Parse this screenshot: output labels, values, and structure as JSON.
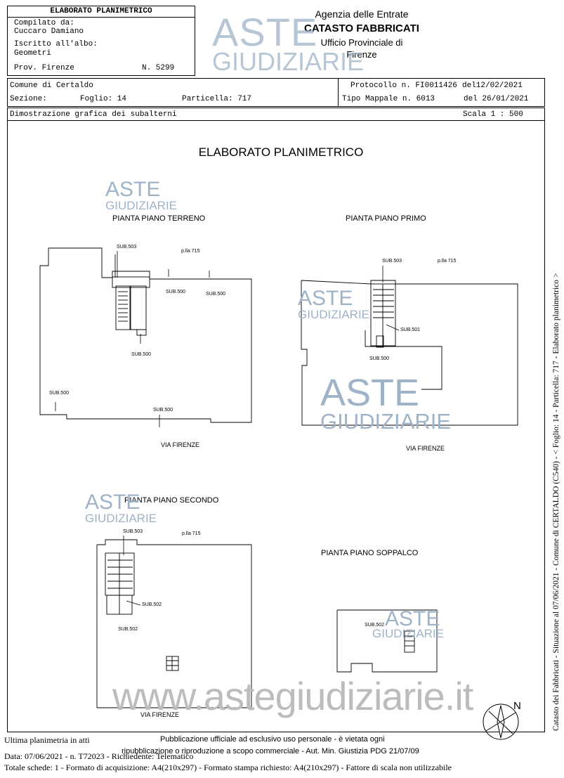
{
  "header": {
    "doc_title": "ELABORATO PLANIMETRICO",
    "compilato_label": "Compilato da:",
    "compilato_name": "Cuccaro Damiano",
    "iscritto_label": "Iscritto all'albo:",
    "iscritto_value": "Geometri",
    "prov": "Prov. Firenze",
    "numero": "N. 5299",
    "agenzia": "Agenzia delle Entrate",
    "catasto": "CATASTO FABBRICATI",
    "ufficio": "Ufficio Provinciale di",
    "ufficio_city": "Firenze"
  },
  "info": {
    "comune": "Comune di Certaldo",
    "sezione": "Sezione:",
    "foglio": "Foglio: 14",
    "particella": "Particella: 717",
    "protocollo": "Protocollo n. FI0011426",
    "protocollo_date": "del12/02/2021",
    "tipo_mappale": "Tipo Mappale n. 6013",
    "tipo_date": "del 26/01/2021",
    "dimostrazione": "Dimostrazione grafica dei subalterni",
    "scala": "Scala 1 : 500"
  },
  "drawing": {
    "main_title": "ELABORATO PLANIMETRICO",
    "plans": {
      "terreno": "PIANTA PIANO TERRENO",
      "primo": "PIANTA PIANO PRIMO",
      "secondo": "PIANTA PIANO SECONDO",
      "soppalco": "PIANTA PIANO SOPPALCO"
    },
    "street": "VIA FIRENZE",
    "plla": "p.lla 715",
    "subs": {
      "s503": "SUB.503",
      "s500": "SUB.500",
      "s501": "SUB.501",
      "s502": "SUB.502"
    },
    "north": "N"
  },
  "watermark": {
    "aste": "ASTE",
    "giudiziarie": "GIUDIZIARIE",
    "url": "www.astegiudiziarie.it"
  },
  "side_text": "Catasto dei Fabbricati - Situazione al 07/06/2021 - Comune di CERTALDO (C540) - < Foglio: 14 - Particella: 717 - Elaborato planimetrico >",
  "footer": {
    "ultima": "Ultima planimetria in atti",
    "data": "Data: 07/06/2021 - n. T72023 - Richiedente: Telematico",
    "totale": "Totale schede: 1 - Formato di acquisizione: A4(210x297)  - Formato stampa richiesto: A4(210x297) - Fattore di scala non utilizzabile",
    "pubblicazione1": "Pubblicazione ufficiale ad esclusivo uso personale - è vietata ogni",
    "pubblicazione2": "ripubblicazione o riproduzione a scopo commerciale - Aut. Min. Giustizia PDG 21/07/09"
  }
}
